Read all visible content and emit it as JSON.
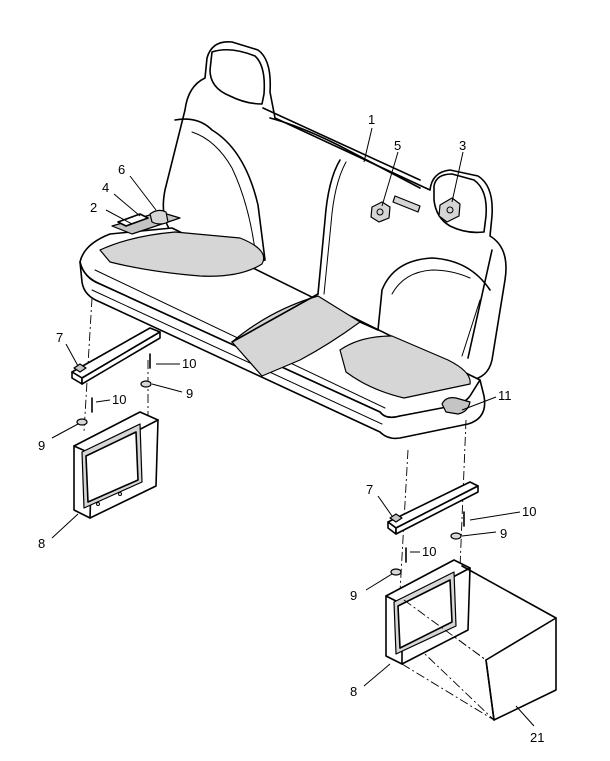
{
  "callouts": {
    "c1": "1",
    "c2": "2",
    "c3": "3",
    "c4": "4",
    "c5": "5",
    "c6": "6",
    "c7_left": "7",
    "c7_right": "7",
    "c8_left": "8",
    "c8_right": "8",
    "c9_left_upper": "9",
    "c9_left_lower": "9",
    "c9_right_upper": "9",
    "c9_right_lower": "9",
    "c10_left_upper": "10",
    "c10_left_lower": "10",
    "c10_right_upper": "10",
    "c10_right_lower": "10",
    "c11": "11",
    "c21": "21"
  },
  "colors": {
    "line": "#000000",
    "shade": "#d6d6d6",
    "background": "#ffffff"
  }
}
